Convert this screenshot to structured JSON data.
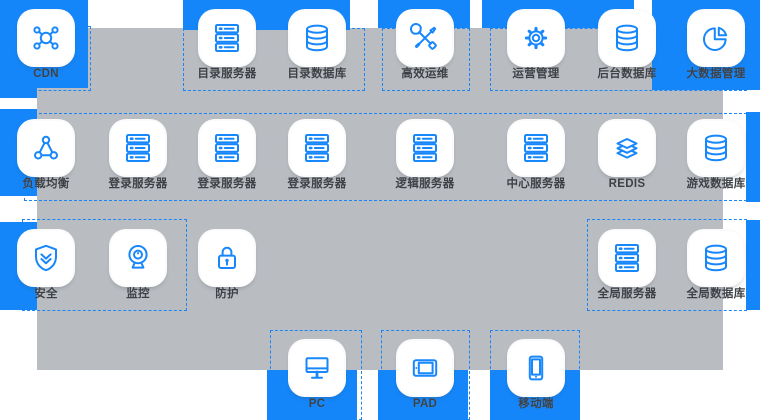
{
  "diagram": {
    "description": "game-architecture-topology",
    "colors": {
      "accent_blue": "#1486f9",
      "icon_stroke": "#1787fb",
      "canvas_gray": "#b9bdc2",
      "label_text": "#3d4146",
      "dash_line": "#1a86f7",
      "tile_bg": "#ffffff"
    },
    "columns_x": [
      46,
      138,
      227,
      317,
      425,
      536,
      627,
      716
    ],
    "rows_y": [
      38,
      148,
      258,
      368
    ],
    "nodes": [
      {
        "label": "CDN",
        "icon": "cdn-network",
        "col": 0,
        "row": 0
      },
      {
        "label": "目录服务器",
        "icon": "server-rack",
        "col": 2,
        "row": 0
      },
      {
        "label": "目录数据库",
        "icon": "database",
        "col": 3,
        "row": 0
      },
      {
        "label": "高效运维",
        "icon": "tools",
        "col": 4,
        "row": 0
      },
      {
        "label": "运营管理",
        "icon": "gear",
        "col": 5,
        "row": 0
      },
      {
        "label": "后台数据库",
        "icon": "database",
        "col": 6,
        "row": 0
      },
      {
        "label": "大数据管理",
        "icon": "pie-chart",
        "col": 7,
        "row": 0
      },
      {
        "label": "负载均衡",
        "icon": "load-balancer",
        "col": 0,
        "row": 1
      },
      {
        "label": "登录服务器",
        "icon": "server-rack",
        "col": 1,
        "row": 1
      },
      {
        "label": "登录服务器",
        "icon": "server-rack",
        "col": 2,
        "row": 1
      },
      {
        "label": "登录服务器",
        "icon": "server-rack",
        "col": 3,
        "row": 1
      },
      {
        "label": "逻辑服务器",
        "icon": "server-rack",
        "col": 4,
        "row": 1
      },
      {
        "label": "中心服务器",
        "icon": "server-rack",
        "col": 5,
        "row": 1
      },
      {
        "label": "REDIS",
        "icon": "layers",
        "col": 6,
        "row": 1
      },
      {
        "label": "游戏数据库",
        "icon": "database",
        "col": 7,
        "row": 1
      },
      {
        "label": "安全",
        "icon": "shield",
        "col": 0,
        "row": 2
      },
      {
        "label": "监控",
        "icon": "webcam",
        "col": 1,
        "row": 2
      },
      {
        "label": "防护",
        "icon": "lock",
        "col": 2,
        "row": 2
      },
      {
        "label": "全局服务器",
        "icon": "server-rack",
        "col": 6,
        "row": 2
      },
      {
        "label": "全局数据库",
        "icon": "database",
        "col": 7,
        "row": 2
      },
      {
        "label": "PC",
        "icon": "desktop",
        "col": 3,
        "row": 3
      },
      {
        "label": "PAD",
        "icon": "tablet",
        "col": 4,
        "row": 3
      },
      {
        "label": "移动端",
        "icon": "smartphone",
        "col": 5,
        "row": 3
      }
    ]
  }
}
